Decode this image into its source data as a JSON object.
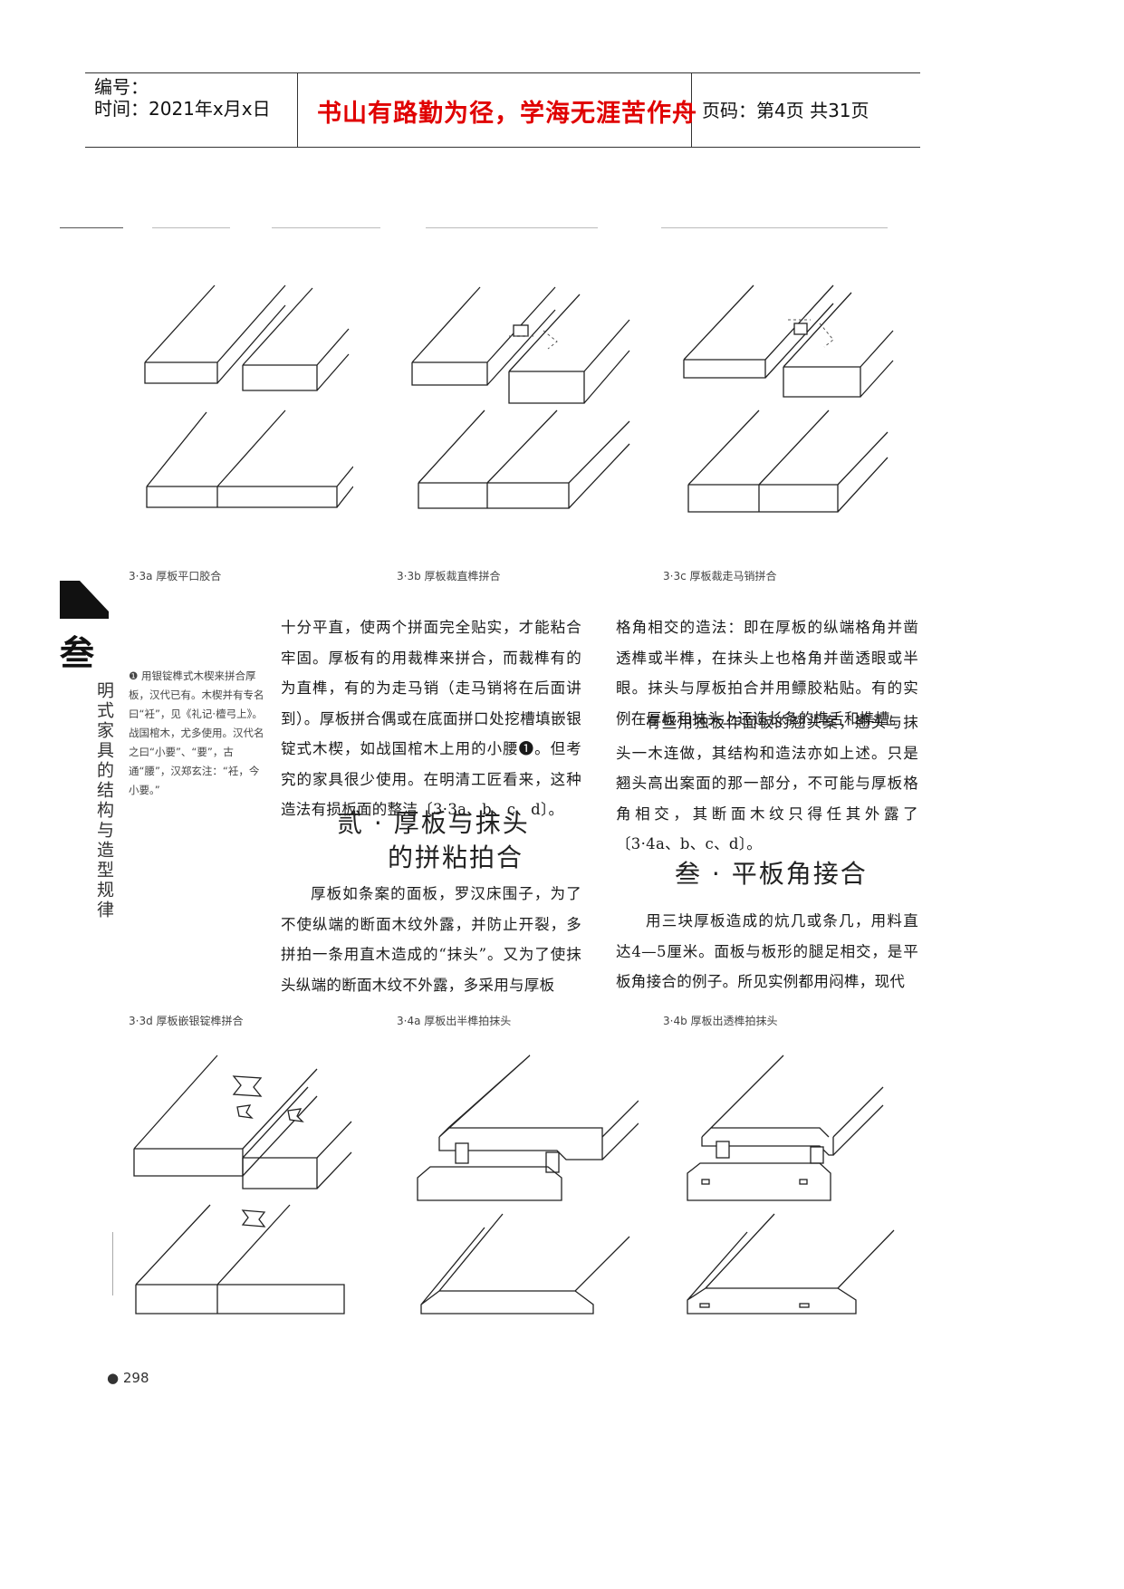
{
  "header": {
    "number_label": "编号：",
    "time_label": "时间：2021年x月x日",
    "motto": "书山有路勤为径，学海无涯苦作舟",
    "page_label": "页码：第4页  共31页"
  },
  "captions": {
    "c33a": "3·3a  厚板平口胶合",
    "c33b": "3·3b  厚板裁直榫拼合",
    "c33c": "3·3c  厚板裁走马销拼合",
    "c33d": "3·3d  厚板嵌银锭榫拼合",
    "c34a": "3·4a  厚板出半榫拍抹头",
    "c34b": "3·4b  厚板出透榫拍抹头"
  },
  "side": {
    "chapter_mark": "叁",
    "vertical_title": "明式家具的结构与造型规律"
  },
  "footnote": "❶ 用银锭榫式木楔来拼合厚板，汉代已有。木楔并有专名曰“衽”，见《礼记·檀弓上》。战国棺木，尤多使用。汉代名之曰“小要”、“要”，古通“腰”，汉郑玄注：“衽，今小要。”",
  "col1": {
    "para1": "十分平直，使两个拼面完全贴实，才能粘合牢固。厚板有的用裁榫来拼合，而裁榫有的为直榫，有的为走马销（走马销将在后面讲到）。厚板拼合偶或在底面拼口处挖槽填嵌银锭式木楔，如战国棺木上用的小腰❶。但考究的家具很少使用。在明清工匠看来，这种造法有损板面的整洁〔3·3a、b、c、d〕。",
    "heading_line1": "贰 · 厚板与抹头",
    "heading_line2": "的拼粘拍合",
    "para2": "厚板如条案的面板，罗汉床围子，为了不使纵端的断面木纹外露，并防止开裂，多拼拍一条用直木造成的“抹头”。又为了使抹头纵端的断面木纹不外露，多采用与厚板"
  },
  "col2": {
    "para1": "格角相交的造法：即在厚板的纵端格角并凿透榫或半榫，在抹头上也格角并凿透眼或半眼。抹头与厚板拍合并用鳔胶粘贴。有的实例在厚板和抹头上还造长条的榫舌和榫槽。",
    "para2": "有些用独板作面板的翘头案，翘头与抹头一木连做，其结构和造法亦如上述。只是翘头高出案面的那一部分，不可能与厚板格角相交，其断面木纹只得任其外露了〔3·4a、b、c、d〕。",
    "heading": "叁 · 平板角接合",
    "para3": "用三块厚板造成的炕几或条几，用料直达4—5厘米。面板与板形的腿足相交，是平板角接合的例子。所见实例都用闷榫，现代"
  },
  "page_number": "● 298"
}
